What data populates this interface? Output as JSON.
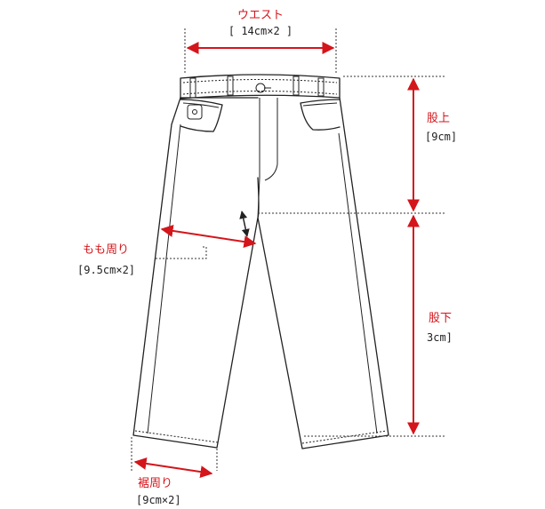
{
  "accent_color": "#d4151b",
  "labels": {
    "waist": {
      "name": "ウエスト",
      "value": "[ 14cm×2 ]"
    },
    "rise": {
      "name": "股上",
      "value": "[9cm]"
    },
    "thigh": {
      "name": "もも周り",
      "value": "[9.5cm×2]"
    },
    "inseam": {
      "name": "股下",
      "value": "3cm]"
    },
    "hem": {
      "name": "裾周り",
      "value": "[9cm×2]"
    }
  }
}
